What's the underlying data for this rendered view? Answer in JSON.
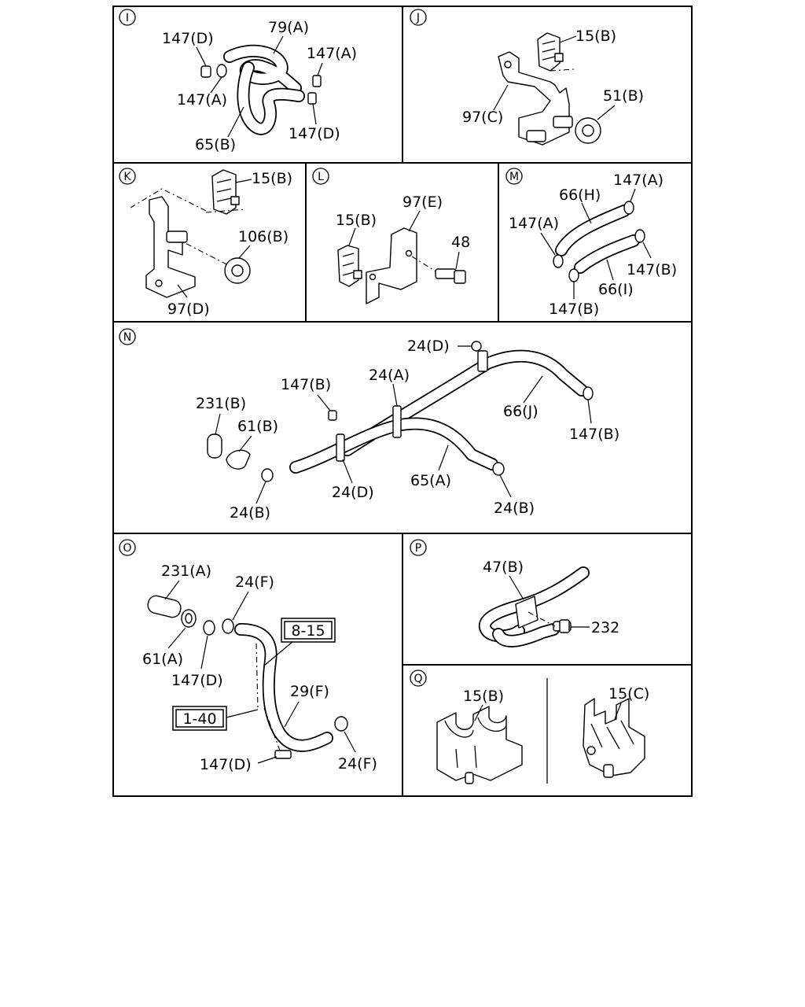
{
  "sections": {
    "I": {
      "letter": "I",
      "labels": [
        "147(D)",
        "79(A)",
        "147(A)",
        "147(A)",
        "147(D)",
        "65(B)"
      ]
    },
    "J": {
      "letter": "J",
      "labels": [
        "15(B)",
        "51(B)",
        "97(C)"
      ]
    },
    "K": {
      "letter": "K",
      "labels": [
        "15(B)",
        "106(B)",
        "97(D)"
      ]
    },
    "L": {
      "letter": "L",
      "labels": [
        "97(E)",
        "15(B)",
        "48"
      ]
    },
    "M": {
      "letter": "M",
      "labels": [
        "66(H)",
        "147(A)",
        "147(A)",
        "147(B)",
        "66(I)",
        "147(B)"
      ]
    },
    "N": {
      "letter": "N",
      "labels": [
        "24(D)",
        "147(B)",
        "24(A)",
        "231(B)",
        "61(B)",
        "66(J)",
        "147(B)",
        "24(D)",
        "65(A)",
        "24(B)",
        "24(B)"
      ]
    },
    "O": {
      "letter": "O",
      "labels": [
        "231(A)",
        "24(F)",
        "61(A)",
        "147(D)",
        "29(F)",
        "147(D)",
        "24(F)"
      ],
      "refs": [
        "8-15",
        "1-40"
      ]
    },
    "P": {
      "letter": "P",
      "labels": [
        "47(B)",
        "232"
      ]
    },
    "Q": {
      "letter": "Q",
      "labels": [
        "15(B)",
        "15(C)"
      ]
    }
  }
}
